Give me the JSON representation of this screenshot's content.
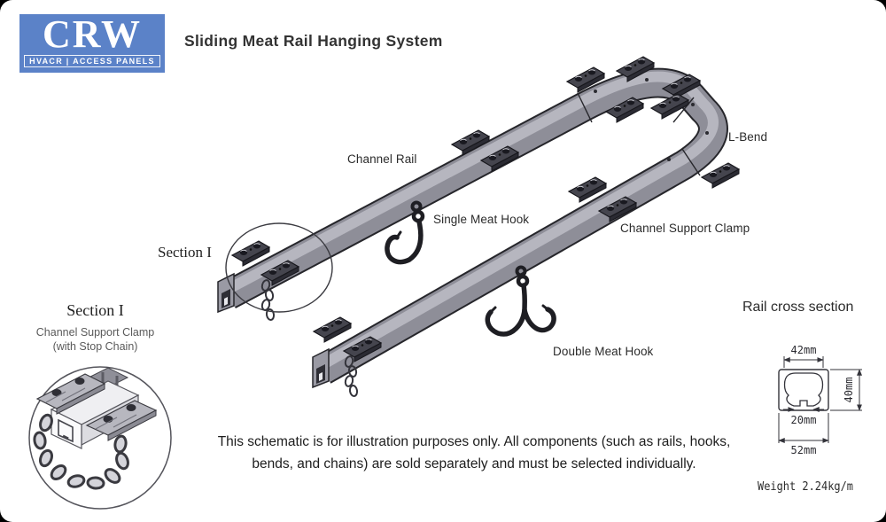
{
  "logo": {
    "brand": "CRW",
    "tagline": "HVACR | ACCESS PANELS",
    "bg_color": "#5b82c8",
    "text_color": "#ffffff"
  },
  "header": {
    "title": "Sliding Meat Rail Hanging System"
  },
  "diagram": {
    "labels": {
      "channel_rail": "Channel Rail",
      "single_meat_hook": "Single Meat Hook",
      "l_bend": "L-Bend",
      "channel_support_clamp": "Channel Support Clamp",
      "double_meat_hook": "Double Meat Hook",
      "section_ref": "Section I"
    },
    "colors": {
      "rail_body": "#8e8e98",
      "rail_top": "#b6b6bf",
      "rail_outline": "#26262b",
      "clamp": "#45454e",
      "hook": "#1e1e23"
    }
  },
  "section_detail": {
    "title": "Section I",
    "subtitle": "Channel Support Clamp",
    "subtitle2": "(with Stop Chain)"
  },
  "cross_section": {
    "title": "Rail cross section",
    "dim_top": "42mm",
    "dim_right": "40mm",
    "dim_inner": "20mm",
    "dim_bottom": "52mm",
    "weight": "Weight 2.24kg/m"
  },
  "disclaimer": {
    "line1": "This schematic is for illustration purposes only. All components (such as rails, hooks,",
    "line2": "bends, and chains) are sold separately and must be selected individually."
  }
}
